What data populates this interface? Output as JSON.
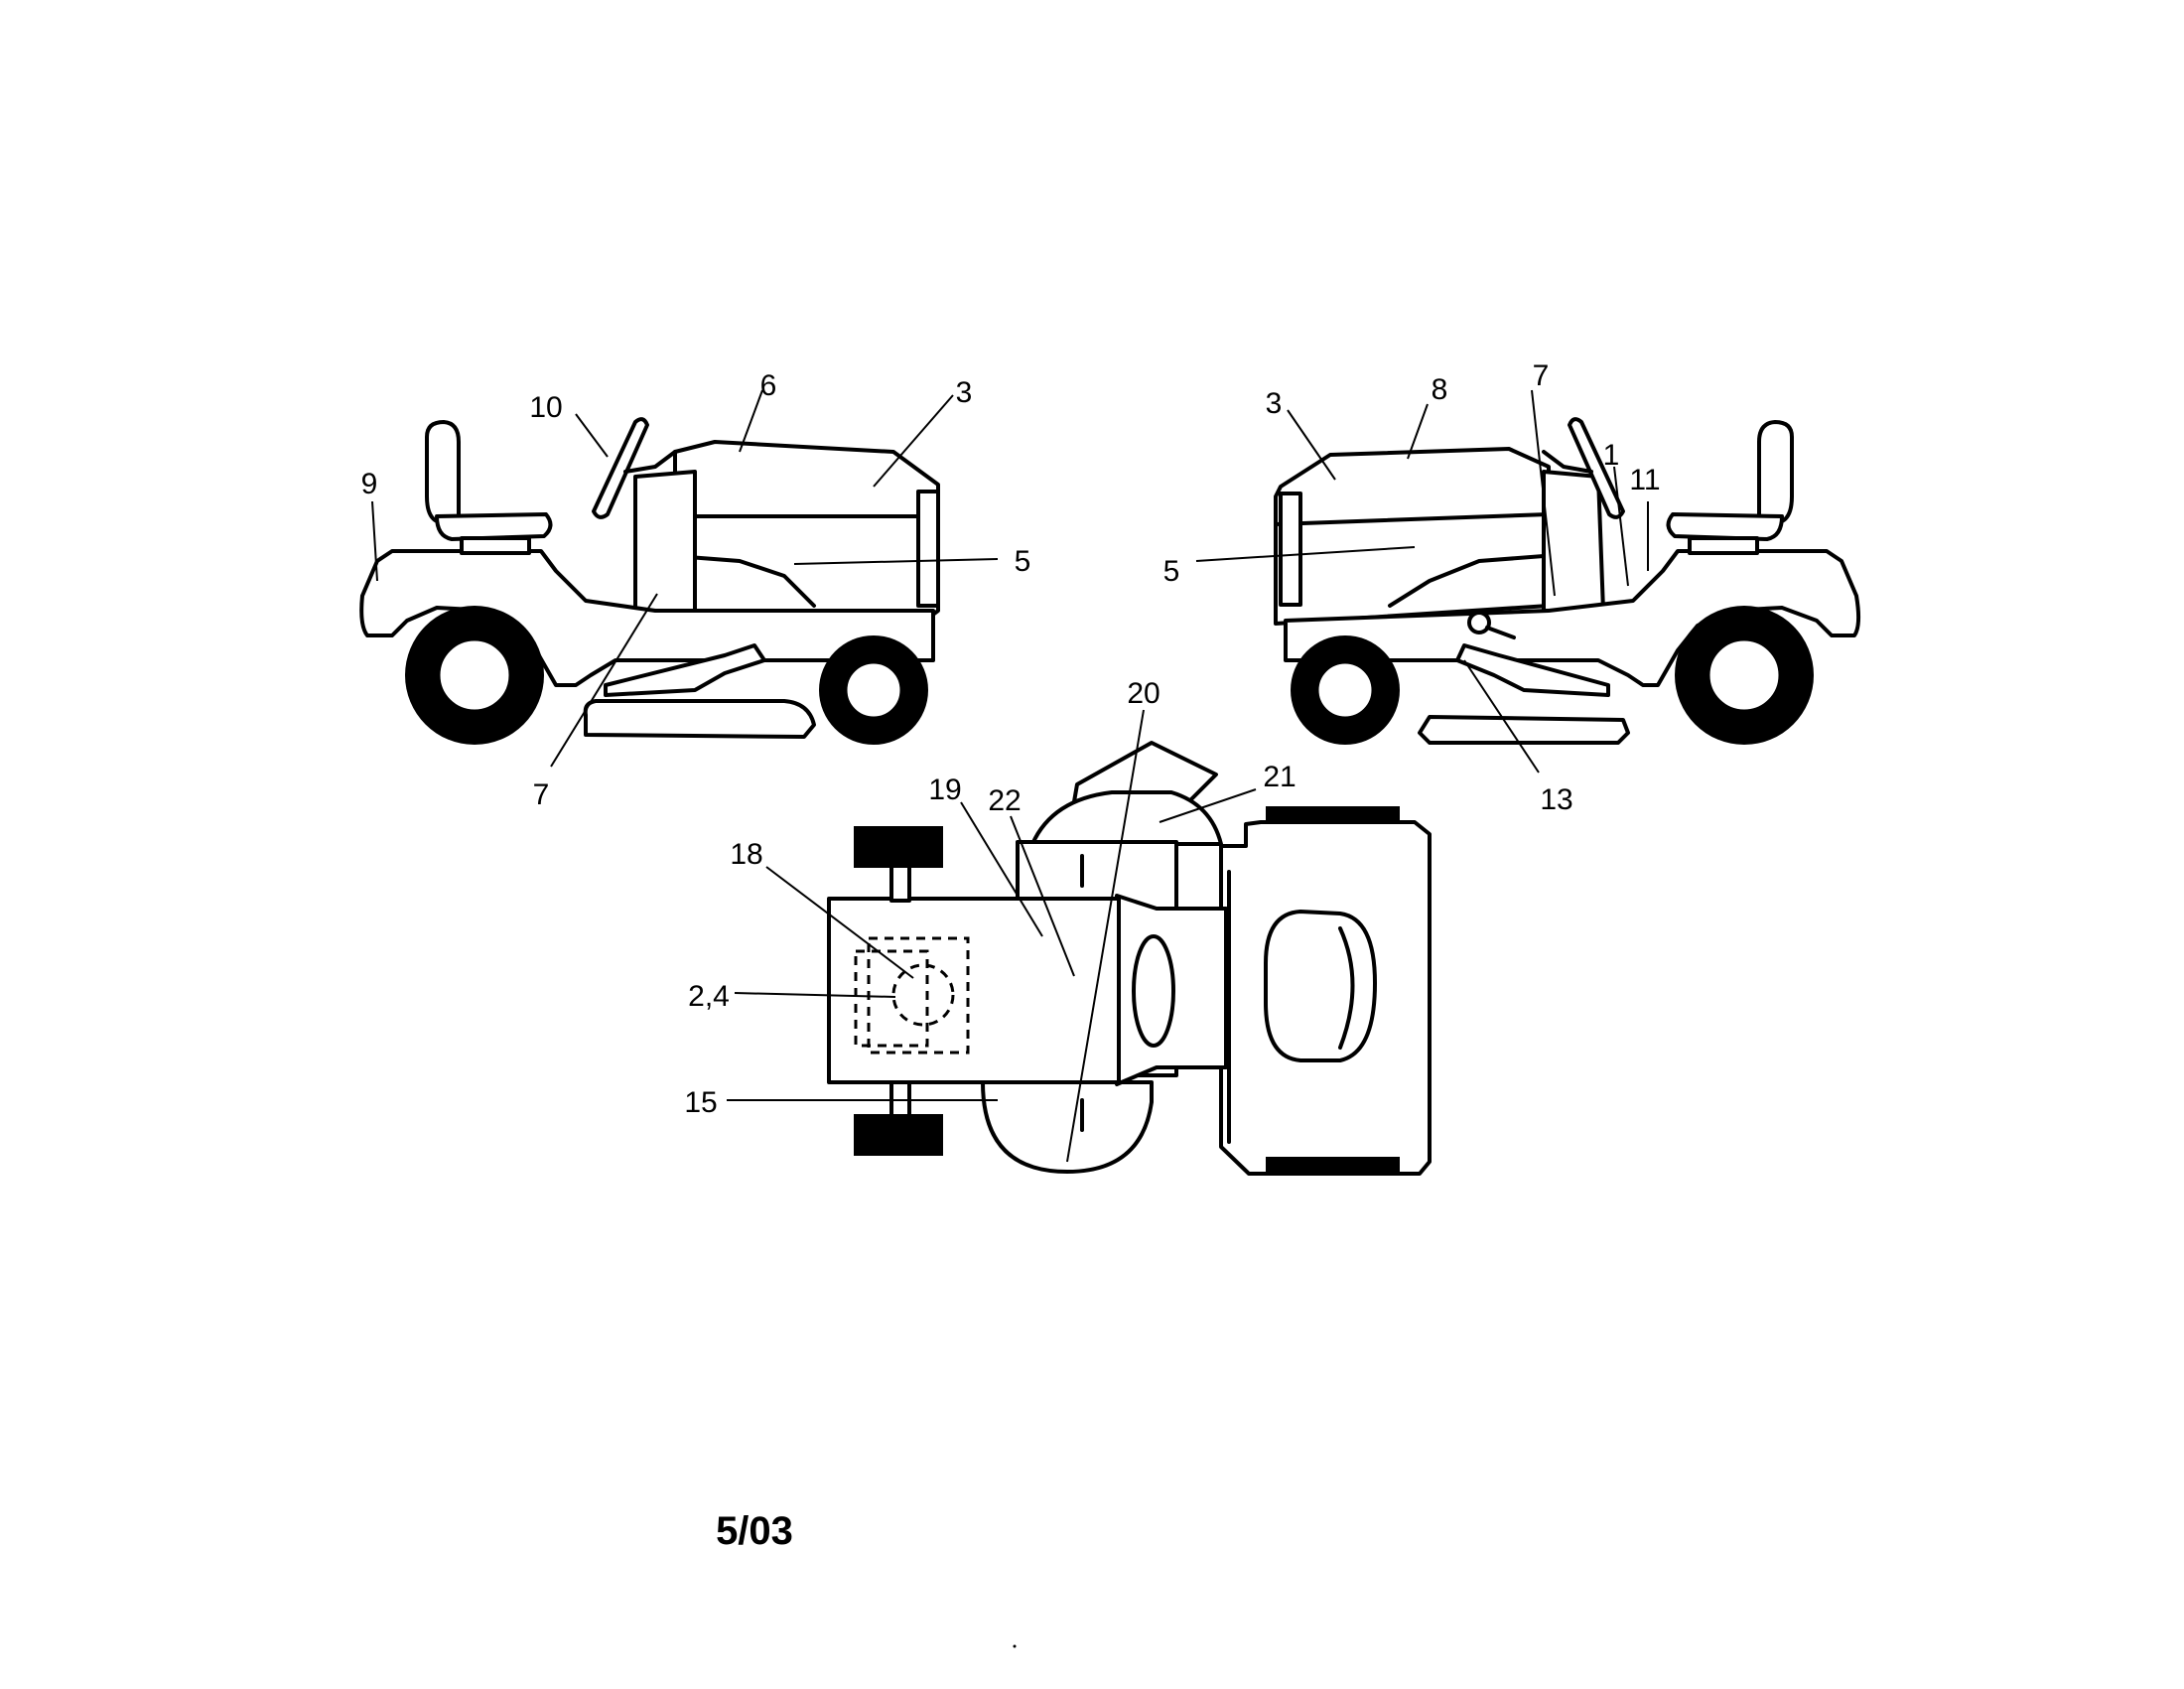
{
  "labels": {
    "l_side": {
      "label_10": "10",
      "label_6": "6",
      "label_3": "3",
      "label_9": "9",
      "label_5": "5",
      "label_7": "7"
    },
    "r_side": {
      "label_3": "3",
      "label_8": "8",
      "label_7": "7",
      "label_1": "1",
      "label_11": "11",
      "label_5": "5",
      "label_13": "13"
    },
    "top": {
      "label_20": "20",
      "label_19": "19",
      "label_22": "22",
      "label_21": "21",
      "label_18": "18",
      "label_2_4": "2,4",
      "label_15": "15"
    }
  },
  "footer": {
    "date_code": "5/03"
  }
}
